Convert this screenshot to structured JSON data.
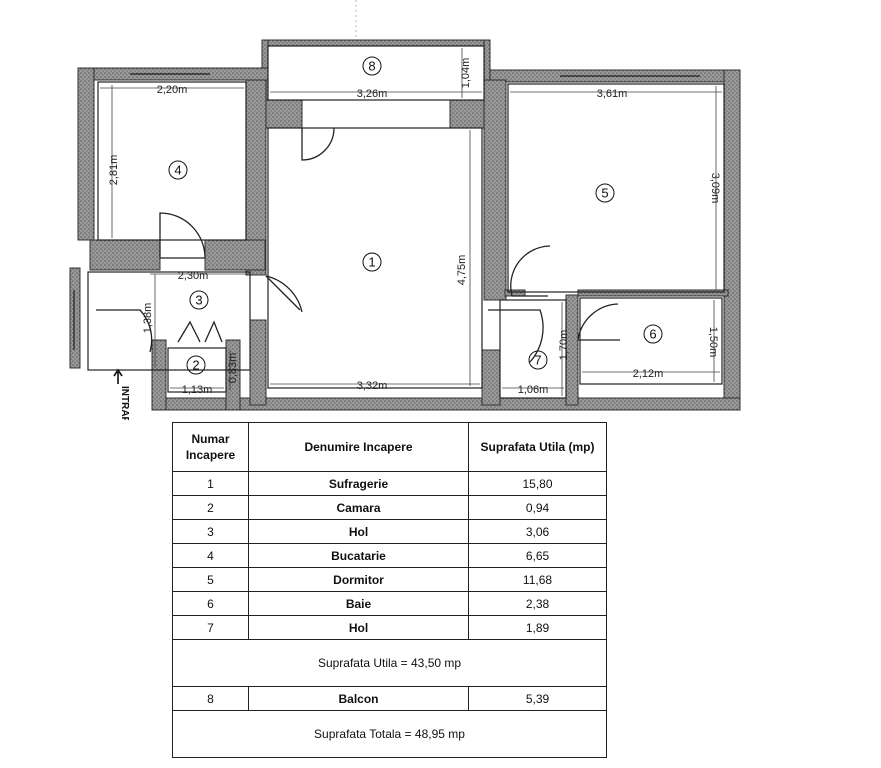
{
  "plan": {
    "room_numbers": [
      "1",
      "2",
      "3",
      "4",
      "5",
      "6",
      "7",
      "8"
    ],
    "dimensions": {
      "balcony_width": "3,26m",
      "balcony_depth": "1,04m",
      "kitchen_width": "2,20m",
      "kitchen_depth": "2,81m",
      "bedroom_width": "3,61m",
      "bedroom_depth": "3,09m",
      "living_depth": "4,75m",
      "living_width": "3,32m",
      "hall_width": "2,30m",
      "hall_depth": "1,38m",
      "storage_width": "1,13m",
      "storage_depth": "0,83m",
      "hall7_width": "1,06m",
      "hall7_depth": "1,70m",
      "bath_width": "2,12m",
      "bath_depth": "1,50m"
    },
    "entrance_label": "INTRARE"
  },
  "table": {
    "headers": {
      "number": "Numar Incapere",
      "name": "Denumire Incapere",
      "area": "Suprafata Utila (mp)"
    },
    "rows": [
      {
        "number": "1",
        "name": "Sufragerie",
        "area": "15,80"
      },
      {
        "number": "2",
        "name": "Camara",
        "area": "0,94"
      },
      {
        "number": "3",
        "name": "Hol",
        "area": "3,06"
      },
      {
        "number": "4",
        "name": "Bucatarie",
        "area": "6,65"
      },
      {
        "number": "5",
        "name": "Dormitor",
        "area": "11,68"
      },
      {
        "number": "6",
        "name": "Baie",
        "area": "2,38"
      },
      {
        "number": "7",
        "name": "Hol",
        "area": "1,89"
      }
    ],
    "useful_total": "Suprafata Utila = 43,50 mp",
    "balcony_row": {
      "number": "8",
      "name": "Balcon",
      "area": "5,39"
    },
    "grand_total": "Suprafata Totala = 48,95 mp"
  }
}
